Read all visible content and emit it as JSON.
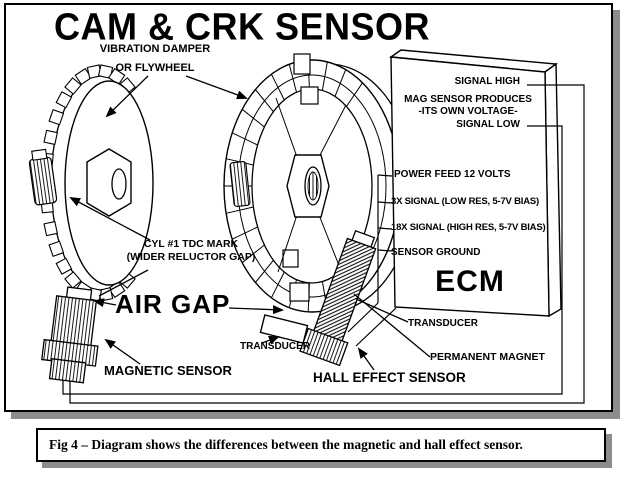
{
  "title": "CAM & CRK SENSOR",
  "labels": {
    "vibration_damper_line1": "VIBRATION DAMPER",
    "vibration_damper_line2": "OR FLYWHEEL",
    "tdc_mark_line1": "CYL #1 TDC MARK",
    "tdc_mark_line2": "(WIDER RELUCTOR GAP)",
    "air_gap": "AIR GAP",
    "magnetic_sensor": "MAGNETIC SENSOR",
    "transducer_left": "TRANSDUCER",
    "transducer_right": "TRANSDUCER",
    "hall_effect_sensor": "HALL EFFECT SENSOR",
    "permanent_magnet": "PERMANENT MAGNET"
  },
  "ecm": {
    "name": "ECM",
    "signal_high": "SIGNAL HIGH",
    "mag_note_line1": "MAG SENSOR PRODUCES",
    "mag_note_line2": "-ITS OWN VOLTAGE-",
    "signal_low": "SIGNAL LOW",
    "power_feed": "POWER FEED 12 VOLTS",
    "signal_3x": "3X SIGNAL (LOW RES, 5-7V BIAS)",
    "signal_18x": "18X SIGNAL (HIGH RES, 5-7V BIAS)",
    "sensor_ground": "SENSOR GROUND"
  },
  "caption": "Fig 4 – Diagram shows the differences between the magnetic and hall effect sensor.",
  "colors": {
    "ink": "#000000",
    "shadow": "#8c8c8c",
    "paper": "#ffffff"
  }
}
